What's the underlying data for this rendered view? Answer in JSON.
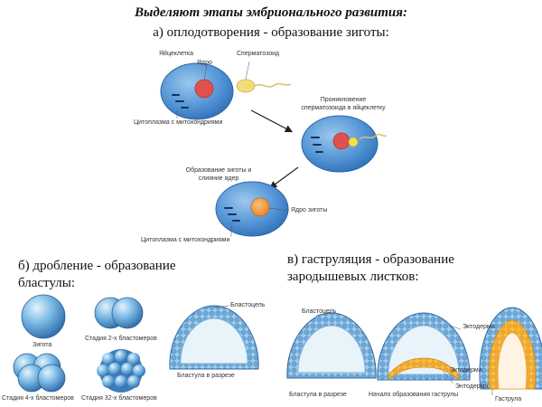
{
  "title": "Выделяют этапы эмбрионального развития:",
  "stage_a": {
    "heading": "а) оплодотворения - образование зиготы:",
    "labels": {
      "egg": "Яйцеклетка",
      "nucleus": "Ядро",
      "sperm": "Сперматозоид",
      "cytoplasm": "Цитоплазма с митохондриями",
      "penetration_1": "Проникновение",
      "penetration_2": "сперматозоида в яйцеклетку",
      "zygote_1": "Образование зиготы и",
      "zygote_2": "слияние ядер",
      "zygote_nucleus": "Ядро зиготы",
      "cytoplasm2": "Цитоплазма с митохондриями"
    }
  },
  "stage_b": {
    "heading_1": "б) дробление - образование",
    "heading_2": "бластулы:",
    "labels": {
      "zygote": "Зигота",
      "stage2": "Стадия 2-х бластомеров",
      "stage4": "Стадия 4-х бластомеров",
      "stage32": "Стадия 32-х бластомеров",
      "blastocoel": "Бластоцель",
      "blastula_section": "Бластула в разрезе"
    }
  },
  "stage_c": {
    "heading_1": "в) гаструляция - образование",
    "heading_2": "зародышевых листков:",
    "labels": {
      "blastocoel": "Бластоцель",
      "blastula_section": "Бластула в разрезе",
      "start_gastrula": "Начало образования гаструлы",
      "ectoderm": "Эктодерма",
      "ectoderm2": "Эктодерма",
      "endoderm": "Энтодерма",
      "gastrula": "Гаструла"
    }
  },
  "colors": {
    "cell_blue": "#4f8fd0",
    "cell_light": "#a9d3f0",
    "nucleus_red": "#e0504e",
    "sperm_yellow": "#f2e24a",
    "zygote_orange": "#f29a3c",
    "endoderm_yellow": "#f5b63a"
  }
}
